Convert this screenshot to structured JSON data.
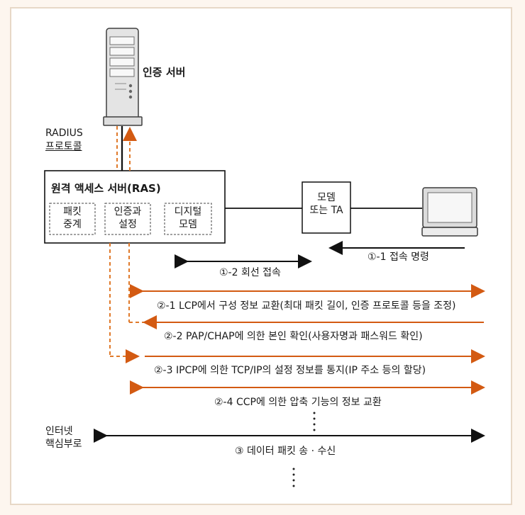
{
  "figure": {
    "colors": {
      "accent": "#d35a12",
      "line": "#111111",
      "dashed": "#e07a2b",
      "border": "#e7d8c7"
    }
  },
  "nodes": {
    "auth_server": {
      "label": "인증 서버",
      "icon": "server-icon"
    },
    "radius": {
      "line1": "RADIUS",
      "line2": "프로토콜"
    },
    "ras": {
      "title": "원격 액세스 서버(RAS)",
      "boxes": [
        "패킷\n중계",
        "인증과\n설정",
        "디지털\n모뎀"
      ]
    },
    "modem": {
      "label": "모뎀\n또는 TA"
    },
    "terminal": {
      "icon": "monitor-icon"
    },
    "internet": {
      "label": "인터넷\n핵심부로"
    }
  },
  "steps": [
    {
      "label": "①-1 접속 명령"
    },
    {
      "label": "①-2 회선 접속"
    },
    {
      "label": "②-1 LCP에서 구성 정보 교환(최대 패킷 길이, 인증 프로토콜 등을 조정)"
    },
    {
      "label": "②-2 PAP/CHAP에 의한 본인 확인(사용자명과 패스워드 확인)"
    },
    {
      "label": "②-3 IPCP에 의한 TCP/IP의 설정 정보를 통지(IP 주소 등의 할당)"
    },
    {
      "label": "②-4 CCP에 의한 압축 기능의 정보 교환"
    },
    {
      "label": "③ 데이터 패킷 송 · 수신"
    }
  ]
}
